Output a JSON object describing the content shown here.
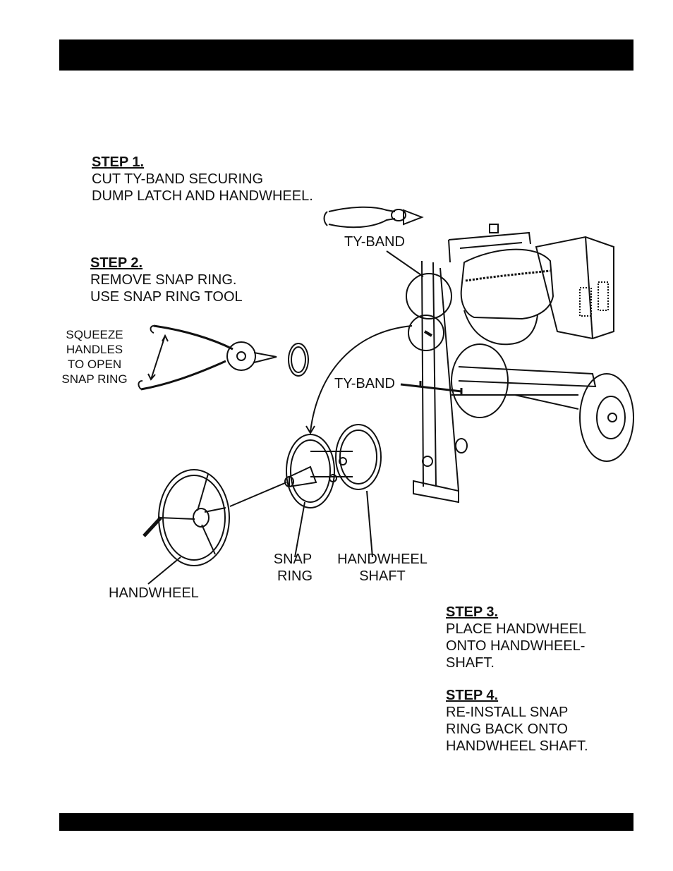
{
  "steps": [
    {
      "head": "STEP 1.",
      "lines": [
        "CUT TY-BAND SECURING",
        "DUMP LATCH AND HANDWHEEL."
      ]
    },
    {
      "head": "STEP 2.",
      "lines": [
        "REMOVE SNAP RING.",
        "USE SNAP RING TOOL"
      ]
    },
    {
      "head": "STEP 3.",
      "lines": [
        "PLACE HANDWHEEL",
        "ONTO HANDWHEEL-",
        "SHAFT."
      ]
    },
    {
      "head": "STEP 4.",
      "lines": [
        "RE-INSTALL SNAP",
        "RING BACK ONTO",
        "HANDWHEEL SHAFT."
      ]
    }
  ],
  "labels": {
    "squeeze": [
      "SQUEEZE",
      "HANDLES",
      "TO OPEN",
      "SNAP RING"
    ],
    "tyband_top": "TY-BAND",
    "tyband_mid": "TY-BAND",
    "snap_ring": [
      "SNAP",
      "RING"
    ],
    "handwheel_shaft": [
      "HANDWHEEL",
      "SHAFT"
    ],
    "handwheel": "HANDWHEEL"
  }
}
